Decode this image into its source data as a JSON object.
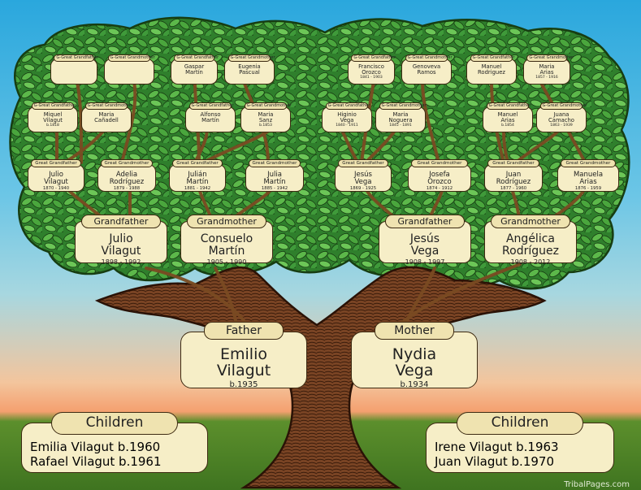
{
  "colors": {
    "card": "#f6eec7",
    "tag": "#efe3b0",
    "leaf": "#3f9a3a",
    "trunk": "#6b3a1f"
  },
  "great_great": [
    {
      "label": "G-Great Grandfather",
      "name1": "",
      "name2": "",
      "dates": ""
    },
    {
      "label": "G-Great Grandmother",
      "name1": "",
      "name2": "",
      "dates": ""
    },
    {
      "label": "G-Great Grandfather",
      "name1": "Gaspar",
      "name2": "Martín",
      "dates": ""
    },
    {
      "label": "G-Great Grandmother",
      "name1": "Eugenia",
      "name2": "Pascual",
      "dates": ""
    },
    {
      "label": "G-Great Grandfather",
      "name1": "Francisco",
      "name2": "Orozco",
      "dates": "1841 - 1903"
    },
    {
      "label": "G-Great Grandmother",
      "name1": "Genoveva",
      "name2": "Ramos",
      "dates": ""
    },
    {
      "label": "G-Great Grandfather",
      "name1": "Manuel",
      "name2": "Rodriguez",
      "dates": ""
    },
    {
      "label": "G-Great Grandmother",
      "name1": "Maria",
      "name2": "Arias",
      "dates": "1857 - 1916"
    },
    {
      "label": "G-Great Grandfather",
      "name1": "Miquel",
      "name2": "Vilagut",
      "dates": "b.1818"
    },
    {
      "label": "G-Great Grandmother",
      "name1": "Maria",
      "name2": "Cañadell",
      "dates": ""
    },
    {
      "label": "G-Great Grandfather",
      "name1": "Alfonso",
      "name2": "Martín",
      "dates": ""
    },
    {
      "label": "G-Great Grandmother",
      "name1": "Maria",
      "name2": "Sanz",
      "dates": "b.1853"
    },
    {
      "label": "G-Great Grandfather",
      "name1": "Higinio",
      "name2": "Vega",
      "dates": "1840 - 1911"
    },
    {
      "label": "G-Great Grandmother",
      "name1": "Maria",
      "name2": "Noguera",
      "dates": "1845 - 1891"
    },
    {
      "label": "G-Great Grandfather",
      "name1": "Manuel",
      "name2": "Arias",
      "dates": "b.1854"
    },
    {
      "label": "G-Great Grandmother",
      "name1": "Juana",
      "name2": "Camacho",
      "dates": "1863 - 1939"
    }
  ],
  "great": [
    {
      "label": "Great Grandfather",
      "name1": "Julio",
      "name2": "Vilagut",
      "dates": "1870 - 1940"
    },
    {
      "label": "Great Grandmother",
      "name1": "Adelia",
      "name2": "Rodríguez",
      "dates": "1879 - 1988"
    },
    {
      "label": "Great Grandfather",
      "name1": "Julián",
      "name2": "Martín",
      "dates": "1881 - 1942"
    },
    {
      "label": "Great Grandmother",
      "name1": "Julia",
      "name2": "Martín",
      "dates": "1885 - 1942"
    },
    {
      "label": "Great Grandfather",
      "name1": "Jesús",
      "name2": "Vega",
      "dates": "1869 - 1925"
    },
    {
      "label": "Great Grandmother",
      "name1": "Josefa",
      "name2": "Orozco",
      "dates": "1874 - 1912"
    },
    {
      "label": "Great Grandfather",
      "name1": "Juan",
      "name2": "Rodríguez",
      "dates": "1877 - 1960"
    },
    {
      "label": "Great Grandmother",
      "name1": "Manuela",
      "name2": "Arias",
      "dates": "1876 - 1959"
    }
  ],
  "grand": [
    {
      "label": "Grandfather",
      "name1": "Julio",
      "name2": "Vilagut",
      "dates": "1898 - 1992"
    },
    {
      "label": "Grandmother",
      "name1": "Consuelo",
      "name2": "Martín",
      "dates": "1905 - 1990"
    },
    {
      "label": "Grandfather",
      "name1": "Jesús",
      "name2": "Vega",
      "dates": "1908 - 1997"
    },
    {
      "label": "Grandmother",
      "name1": "Angélica",
      "name2": "Rodríguez",
      "dates": "1908 - 2012"
    }
  ],
  "parents": [
    {
      "label": "Father",
      "name1": "Emilio",
      "name2": "Vilagut",
      "dates": "b.1935"
    },
    {
      "label": "Mother",
      "name1": "Nydia",
      "name2": "Vega",
      "dates": "b.1934"
    }
  ],
  "children_left": {
    "label": "Children",
    "rows": [
      "Emilia Vilagut b.1960",
      "Rafael Vilagut b.1961"
    ]
  },
  "children_right": {
    "label": "Children",
    "rows": [
      "Irene Vilagut b.1963",
      "Juan Vilagut b.1970"
    ]
  },
  "credit": "TribalPages.com"
}
